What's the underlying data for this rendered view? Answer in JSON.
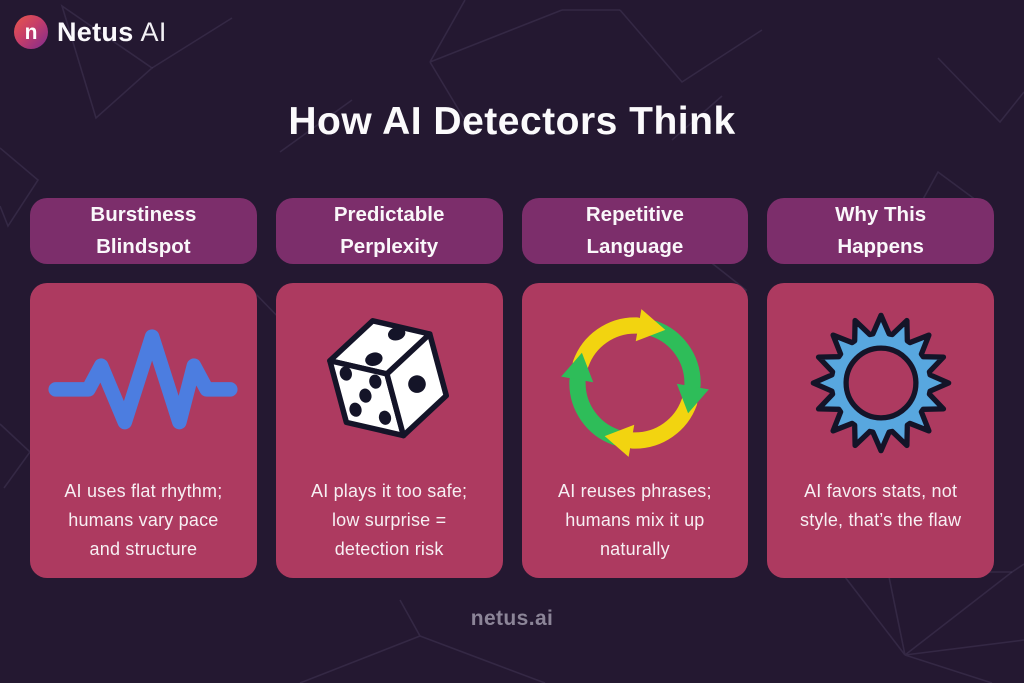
{
  "brand": {
    "logo_letter": "n",
    "name_bold": "Netus",
    "name_light": "AI"
  },
  "title": "How AI Detectors Think",
  "footer": {
    "site": "netus.ai"
  },
  "colors": {
    "background": "#241831",
    "header_pill": "#7c2e6b",
    "card": "#ad3a60",
    "waveform_blue": "#4c7de0",
    "cycle_yellow": "#f2d410",
    "cycle_green": "#2ebd59",
    "gear_blue": "#58a7df",
    "dice_white": "#ffffff",
    "outline_dark": "#141428",
    "footer_text": "#8c8598",
    "logo_gradient_start": "#e8584a",
    "logo_gradient_end": "#7e2c8f"
  },
  "columns": [
    {
      "icon": "waveform-icon",
      "header_lines": [
        "Burstiness",
        "Blindspot"
      ],
      "body_lines": [
        "AI uses flat rhythm;",
        "humans vary pace",
        "and structure"
      ]
    },
    {
      "icon": "dice-icon",
      "header_lines": [
        "Predictable",
        "Perplexity"
      ],
      "body_lines": [
        "AI plays it too safe;",
        "low surprise =",
        "detection risk"
      ]
    },
    {
      "icon": "cycle-arrows-icon",
      "header_lines": [
        "Repetitive",
        "Language"
      ],
      "body_lines": [
        "AI reuses phrases;",
        "humans mix it up",
        "naturally"
      ]
    },
    {
      "icon": "gear-icon",
      "header_lines": [
        "Why This",
        "Happens"
      ],
      "body_lines": [
        "AI favors stats, not",
        "style, that’s the flaw"
      ]
    }
  ]
}
